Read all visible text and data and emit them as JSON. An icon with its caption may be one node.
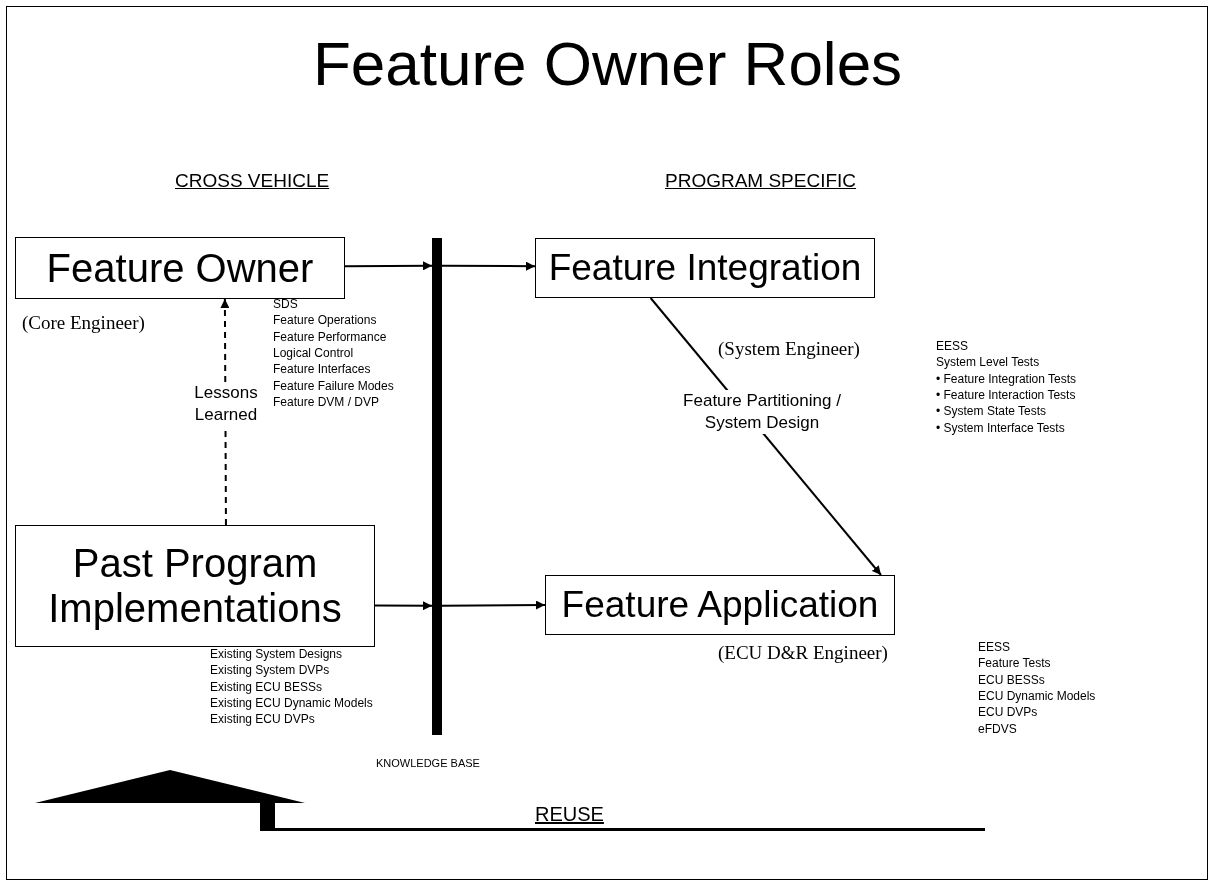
{
  "diagram": {
    "title": "Feature Owner Roles",
    "nodes": [
      {
        "text": [
          "Feature Owner"
        ],
        "beside": [
          "(Core Engineer)"
        ]
      },
      {
        "text": [
          "Past Program Implementations"
        ]
      },
      {
        "text": [
          "Feature Integration"
        ],
        "beside": [
          "(System Engineer)"
        ]
      },
      {
        "text": [
          "Feature Application"
        ],
        "beside": [
          "(ECU D&R Engineer)"
        ]
      },
      {
        "text": [],
        "shape": "bar"
      }
    ],
    "edges": [
      {
        "from": 0,
        "to": 4,
        "arrow": "to"
      },
      {
        "from": 4,
        "to": 2,
        "arrow": "to"
      },
      {
        "from": 1,
        "to": 4,
        "arrow": "to"
      },
      {
        "from": 4,
        "to": 3,
        "arrow": "to"
      },
      {
        "from": 1,
        "to": 0,
        "arrow": "to",
        "style": "dashed",
        "label": "Lessons Learned"
      },
      {
        "from": 2,
        "to": 3,
        "arrow": "to",
        "label": "Feature Partitioning / System Design"
      }
    ],
    "labels": [
      "CROSS VEHICLE",
      "PROGRAM SPECIFIC",
      "SDS",
      "Feature Operations",
      "Feature Performance",
      "Logical Control",
      "Feature Interfaces",
      "Feature Failure Modes",
      "Feature DVM / DVP",
      "EESS",
      "System Level Tests",
      "• Feature Integration Tests",
      "• Feature Interaction Tests",
      "• System State Tests",
      "• System Interface Tests",
      "Existing System Designs",
      "Existing System DVPs",
      "Existing ECU BESSs",
      "Existing ECU Dynamic Models",
      "Existing ECU DVPs",
      "EESS",
      "Feature Tests",
      "ECU BESSs",
      "ECU Dynamic Models",
      "ECU DVPs",
      "eFDVS",
      "KNOWLEDGE BASE",
      "REUSE"
    ]
  }
}
